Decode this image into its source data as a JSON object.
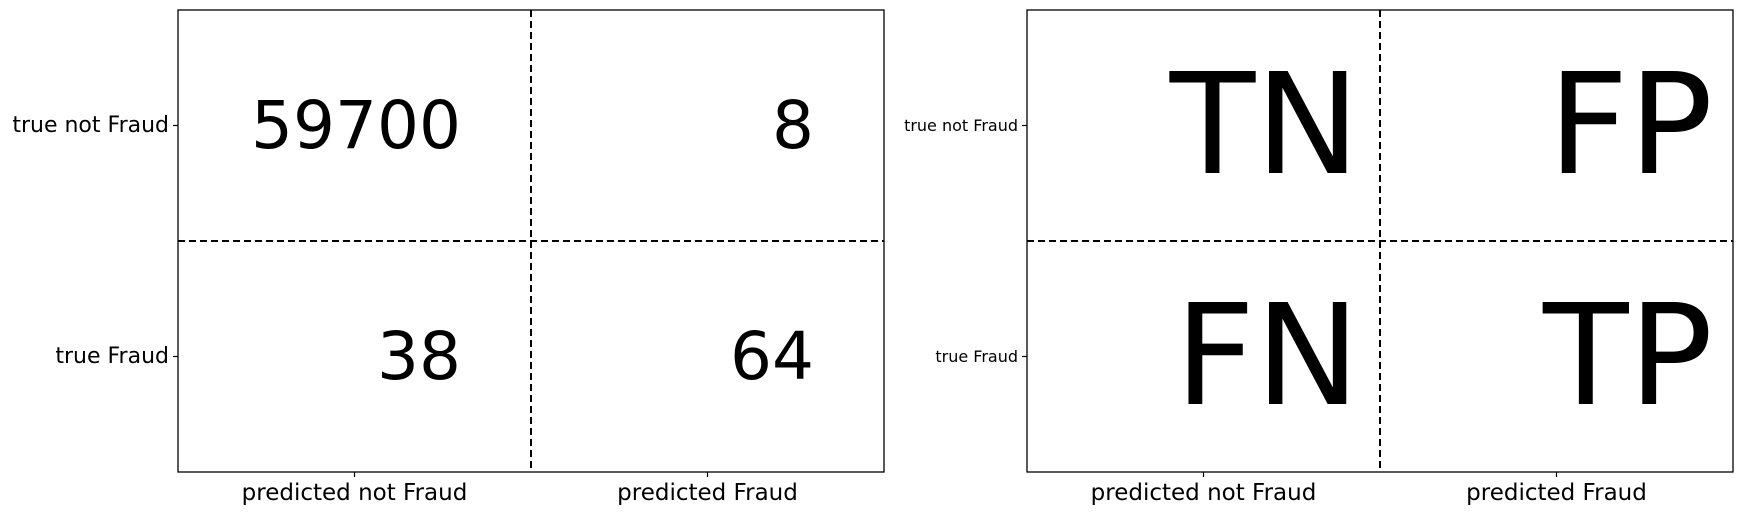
{
  "chart_data": [
    {
      "type": "table",
      "row_labels": [
        "true not Fraud",
        "true Fraud"
      ],
      "col_labels": [
        "predicted not Fraud",
        "predicted Fraud"
      ],
      "cells": [
        [
          "59700",
          "8"
        ],
        [
          "38",
          "64"
        ]
      ],
      "values": [
        [
          59700,
          8
        ],
        [
          38,
          64
        ]
      ]
    },
    {
      "type": "table",
      "row_labels": [
        "true not Fraud",
        "true Fraud"
      ],
      "col_labels": [
        "predicted not Fraud",
        "predicted Fraud"
      ],
      "cells": [
        [
          "TN",
          "FP"
        ],
        [
          "FN",
          "TP"
        ]
      ]
    }
  ]
}
